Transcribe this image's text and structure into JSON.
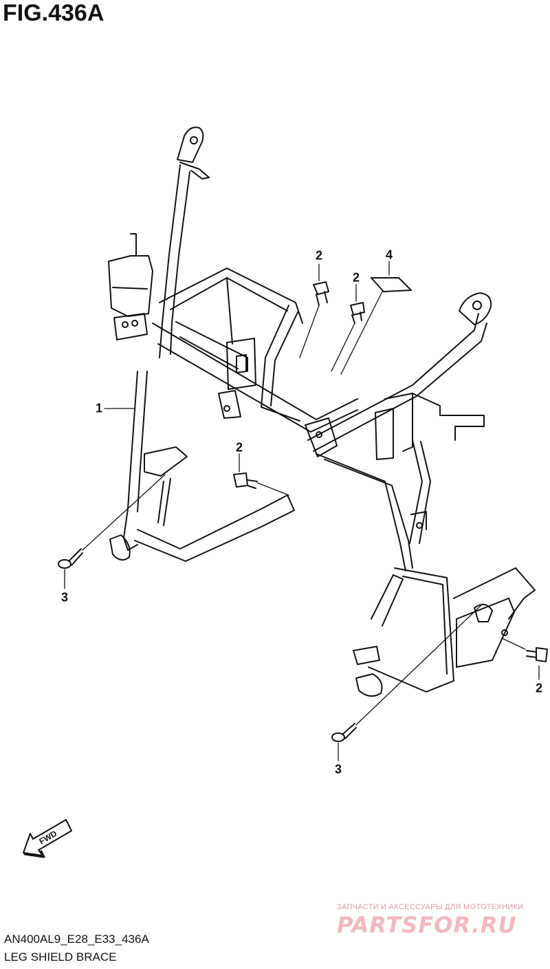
{
  "figure": {
    "title": "FIG.436A",
    "code": "AN400AL9_E28_E33_436A",
    "caption": "LEG SHIELD BRACE"
  },
  "callouts": [
    {
      "id": "callout-1",
      "label": "1"
    },
    {
      "id": "callout-2-top-a",
      "label": "2"
    },
    {
      "id": "callout-4",
      "label": "4"
    },
    {
      "id": "callout-2-top-b",
      "label": "2"
    },
    {
      "id": "callout-2-mid",
      "label": "2"
    },
    {
      "id": "callout-2-right",
      "label": "2"
    },
    {
      "id": "callout-3-left",
      "label": "3"
    },
    {
      "id": "callout-3-bottom",
      "label": "3"
    }
  ],
  "direction_arrow": {
    "label": "FWD",
    "icon": "fwd-arrow-icon"
  },
  "watermark": {
    "tagline": "ЗАПЧАСТИ И АКСЕССУАРЫ ДЛЯ МОТОТЕХНИКИ",
    "brand": "PARTSFOR.RU",
    "color": "#f2b8bf"
  },
  "colors": {
    "line": "#111111",
    "background": "#ffffff"
  }
}
